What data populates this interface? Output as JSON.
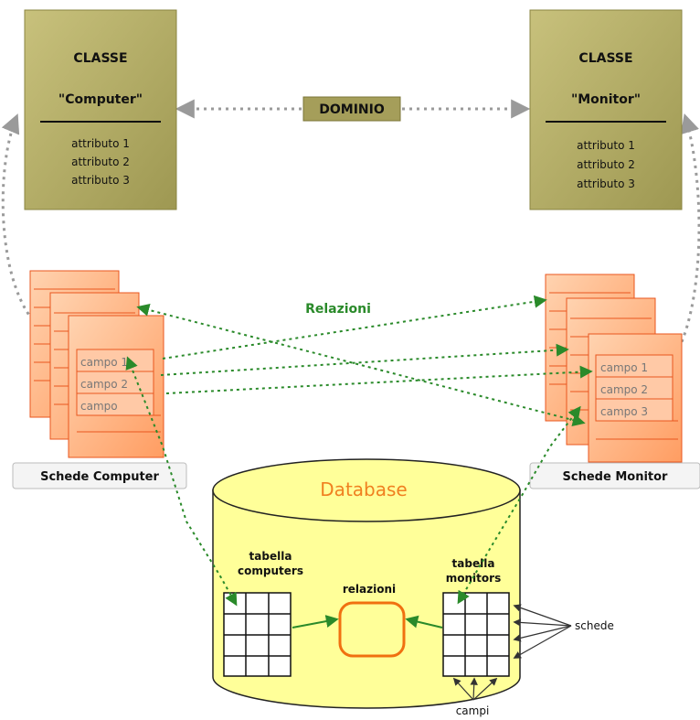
{
  "classes": [
    {
      "heading": "CLASSE",
      "name": "\"Computer\"",
      "attributes": [
        "attributo 1",
        "attributo 2",
        "attributo 3"
      ]
    },
    {
      "heading": "CLASSE",
      "name": "\"Monitor\"",
      "attributes": [
        "attributo 1",
        "attributo 2",
        "attributo 3"
      ]
    }
  ],
  "domain_label": "DOMINIO",
  "relations_label": "Relazioni",
  "cards": {
    "computer": {
      "label": "Schede Computer",
      "fields": [
        "campo 1",
        "campo 2",
        "campo"
      ]
    },
    "monitor": {
      "label": "Schede Monitor",
      "fields": [
        "campo 1",
        "campo 2",
        "campo 3"
      ]
    }
  },
  "database": {
    "title": "Database",
    "table_computers": [
      "tabella",
      "computers"
    ],
    "table_monitors": [
      "tabella",
      "monitors"
    ],
    "relations": "relazioni",
    "records_label": "schede",
    "fields_label": "campi"
  },
  "colors": {
    "class_fill": "#b9b36e",
    "class_border": "#8a8440",
    "card_fill": "#ffb58a",
    "card_border": "#e8561e",
    "db_fill": "#ffff99",
    "db_title": "#f08020",
    "relation_green": "#2a8a2a",
    "dotted_gray": "#9a9a9a",
    "relazioni_box": "#f07010"
  }
}
